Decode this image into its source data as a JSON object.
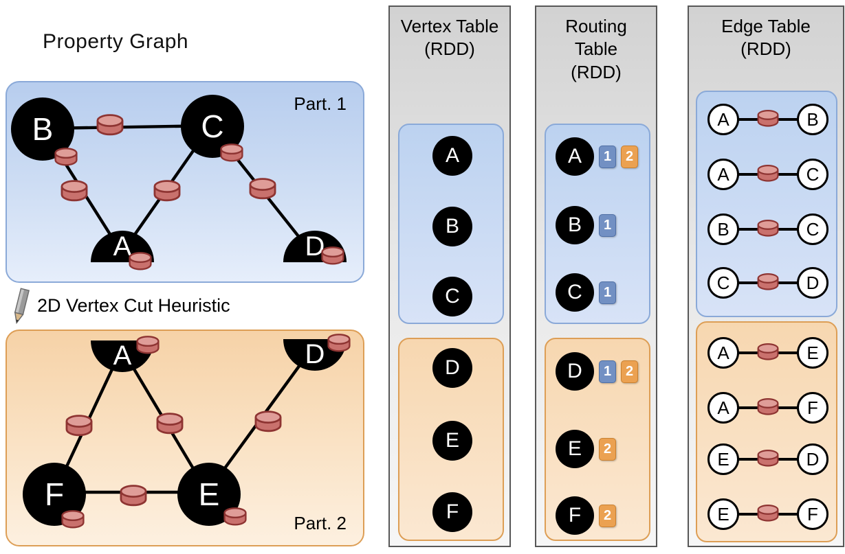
{
  "title": "Property Graph",
  "cut_heuristic_label": "2D Vertex Cut Heuristic",
  "graph": {
    "part1": {
      "label": "Part. 1",
      "vertices": {
        "B": "B",
        "C": "C",
        "A": "A",
        "D": "D"
      },
      "edges": [
        "B-C",
        "B-A",
        "C-A",
        "C-D"
      ]
    },
    "part2": {
      "label": "Part. 2",
      "vertices": {
        "A": "A",
        "D": "D",
        "F": "F",
        "E": "E"
      },
      "edges": [
        "A-F",
        "A-E",
        "F-E",
        "E-D"
      ]
    }
  },
  "vertex_table": {
    "title": "Vertex Table",
    "subtitle": "(RDD)",
    "part1": [
      "A",
      "B",
      "C"
    ],
    "part2": [
      "D",
      "E",
      "F"
    ]
  },
  "routing_table": {
    "title_line1": "Routing",
    "title_line2": "Table",
    "subtitle": "(RDD)",
    "part1": [
      {
        "vertex": "A",
        "partitions": [
          "1",
          "2"
        ]
      },
      {
        "vertex": "B",
        "partitions": [
          "1"
        ]
      },
      {
        "vertex": "C",
        "partitions": [
          "1"
        ]
      }
    ],
    "part2": [
      {
        "vertex": "D",
        "partitions": [
          "1",
          "2"
        ]
      },
      {
        "vertex": "E",
        "partitions": [
          "2"
        ]
      },
      {
        "vertex": "F",
        "partitions": [
          "2"
        ]
      }
    ]
  },
  "edge_table": {
    "title": "Edge Table",
    "subtitle": "(RDD)",
    "part1": [
      {
        "src": "A",
        "dst": "B"
      },
      {
        "src": "A",
        "dst": "C"
      },
      {
        "src": "B",
        "dst": "C"
      },
      {
        "src": "C",
        "dst": "D"
      }
    ],
    "part2": [
      {
        "src": "A",
        "dst": "E"
      },
      {
        "src": "A",
        "dst": "F"
      },
      {
        "src": "E",
        "dst": "D"
      },
      {
        "src": "E",
        "dst": "F"
      }
    ]
  },
  "colors": {
    "partition1_fill": "#c7d7f1",
    "partition1_border": "#8aa9d8",
    "partition2_fill": "#f9ddbd",
    "partition2_border": "#dd9e55",
    "column_fill": "#dcdcdc",
    "column_border": "#575757",
    "cylinder_fill": "#c9716d",
    "cylinder_top": "#df9d98",
    "cylinder_border": "#8e3432",
    "badge_blue": "#7290c3",
    "badge_orange": "#eba151"
  }
}
